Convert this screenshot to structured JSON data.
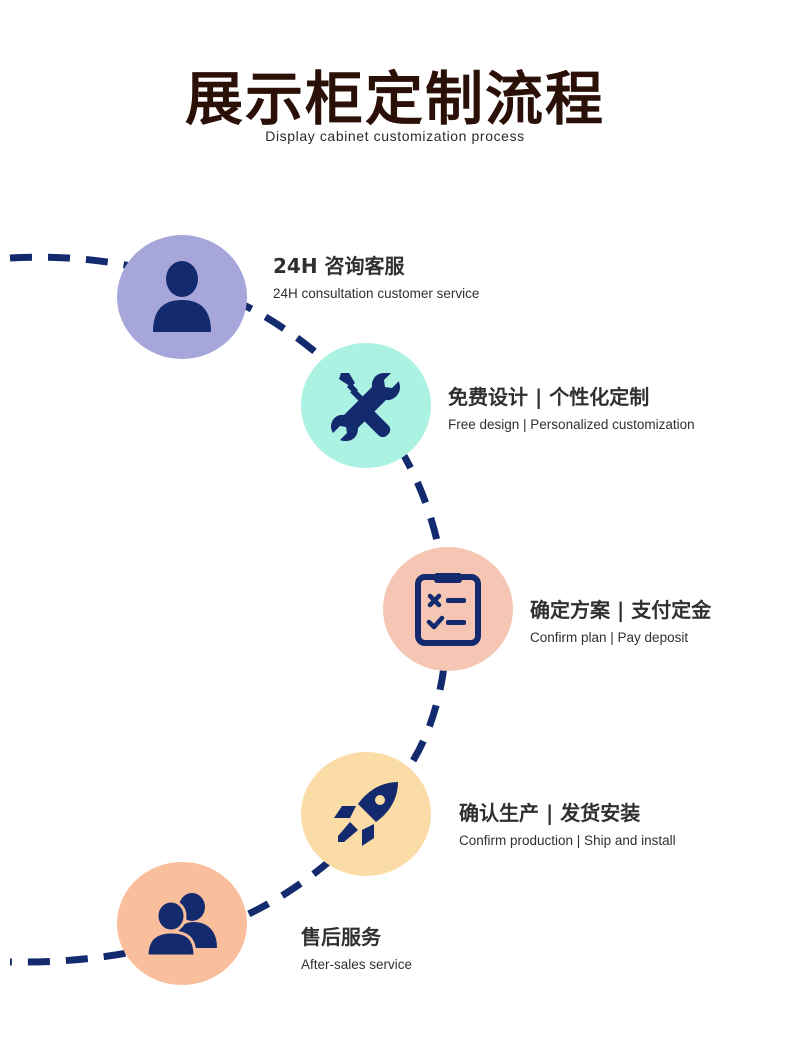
{
  "header": {
    "title": "展示柜定制流程",
    "subtitle": "Display cabinet customization process"
  },
  "colors": {
    "text_title": "#2a1006",
    "text_body": "#303030",
    "icon_navy": "#132a6e",
    "dash_navy": "#132a6e"
  },
  "steps": [
    {
      "title": "24H 咨询客服",
      "subtitle": "24H consultation customer service",
      "icon": "person-icon",
      "color": "#a6a6db"
    },
    {
      "title": "免费设计 | 个性化定制",
      "subtitle": "Free design | Personalized customization",
      "icon": "tools-icon",
      "color": "#abf2e2"
    },
    {
      "title": "确定方案 | 支付定金",
      "subtitle": "Confirm plan | Pay deposit",
      "icon": "clipboard-checklist-icon",
      "color": "#f5c6b3"
    },
    {
      "title": "确认生产 | 发货安装",
      "subtitle": "Confirm production | Ship and install",
      "icon": "rocket-icon",
      "color": "#fbdca6"
    },
    {
      "title": "售后服务",
      "subtitle": "After-sales service",
      "icon": "users-icon",
      "color": "#f9be9b"
    }
  ]
}
